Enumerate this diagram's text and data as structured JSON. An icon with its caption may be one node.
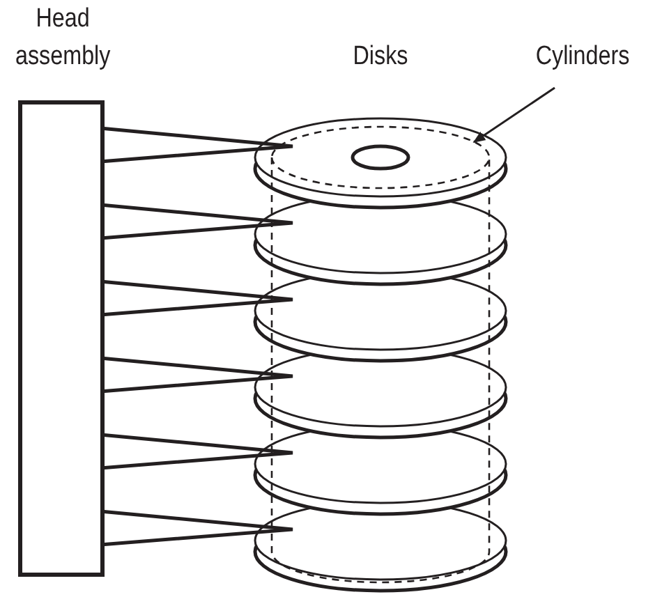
{
  "diagram": {
    "nodes": [
      {
        "text": [
          "Head assembly"
        ]
      },
      {
        "text": [
          "Cylinders"
        ]
      },
      {
        "text": [],
        "shape": "cylinder"
      }
    ],
    "edges": [
      {
        "from": 1,
        "to": 2,
        "arrow": "to"
      }
    ],
    "labels": [
      "Disks"
    ]
  }
}
